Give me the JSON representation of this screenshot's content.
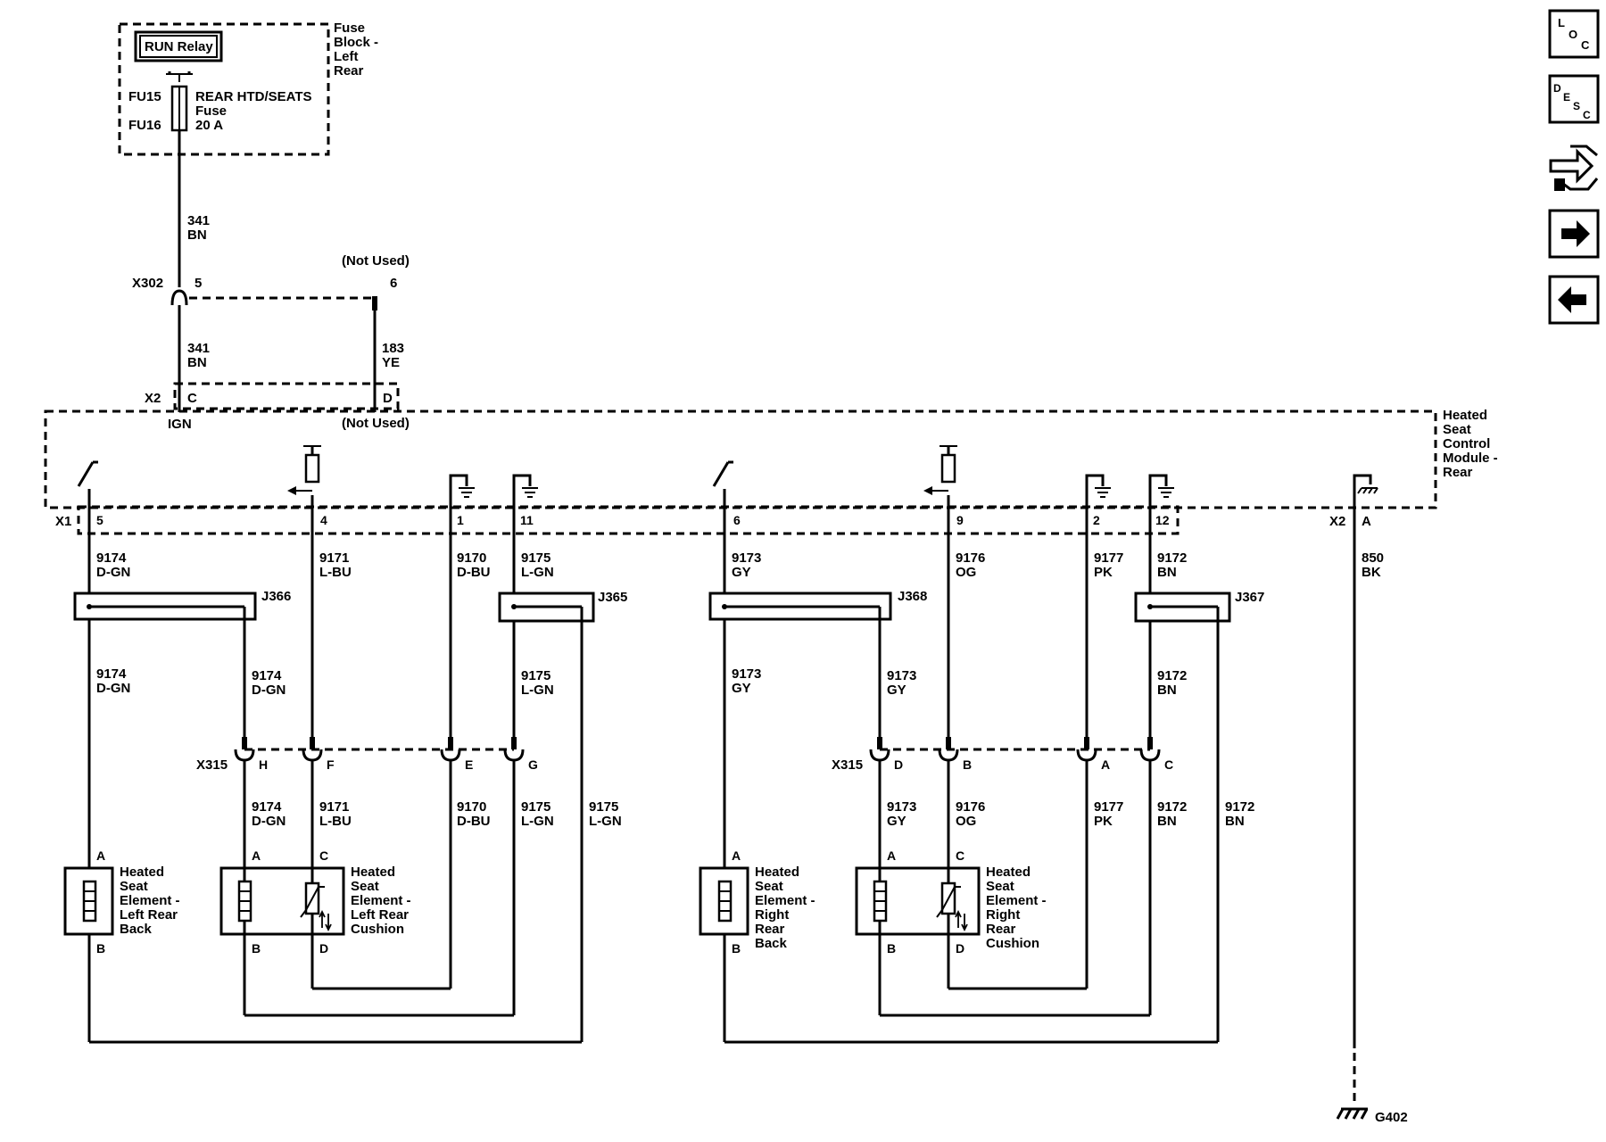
{
  "fuse_block": {
    "relay": "RUN Relay",
    "title": [
      "Fuse",
      "Block -",
      "Left",
      "Rear"
    ],
    "fu15": "FU15",
    "fu16": "FU16",
    "fuse_name": "REAR HTD/SEATS",
    "fuse_word": "Fuse",
    "rating": "20 A"
  },
  "x302": {
    "label": "X302",
    "pin5": "5",
    "pin6": "6",
    "not_used": "(Not Used)"
  },
  "wires": {
    "w341": [
      "341",
      "BN"
    ],
    "w183": [
      "183",
      "YE"
    ],
    "w9174": [
      "9174",
      "D-GN"
    ],
    "w9171": [
      "9171",
      "L-BU"
    ],
    "w9170": [
      "9170",
      "D-BU"
    ],
    "w9175": [
      "9175",
      "L-GN"
    ],
    "w9173": [
      "9173",
      "GY"
    ],
    "w9176": [
      "9176",
      "OG"
    ],
    "w9177": [
      "9177",
      "PK"
    ],
    "w9172": [
      "9172",
      "BN"
    ],
    "w850": [
      "850",
      "BK"
    ]
  },
  "module": {
    "title": [
      "Heated",
      "Seat",
      "Control",
      "Module -",
      "Rear"
    ],
    "x2": "X2",
    "pinC": "C",
    "pinD": "D",
    "ign": "IGN",
    "not_used": "(Not Used)",
    "x1": "X1",
    "x1_pins": [
      "5",
      "4",
      "1",
      "11",
      "6",
      "9",
      "2",
      "12"
    ],
    "x2b": "X2",
    "x2b_pin": "A"
  },
  "splices": [
    "J366",
    "J365",
    "J368",
    "J367"
  ],
  "x315": {
    "label": "X315",
    "left_pins": [
      "H",
      "F",
      "E",
      "G"
    ],
    "right_pins": [
      "D",
      "B",
      "A",
      "C"
    ]
  },
  "elements": {
    "lr_back": [
      "Heated",
      "Seat",
      "Element -",
      "Left Rear",
      "Back"
    ],
    "lr_cushion": [
      "Heated",
      "Seat",
      "Element -",
      "Left Rear",
      "Cushion"
    ],
    "rr_back": [
      "Heated",
      "Seat",
      "Element -",
      "Right",
      "Rear",
      "Back"
    ],
    "rr_cushion": [
      "Heated",
      "Seat",
      "Element -",
      "Right",
      "Rear",
      "Cushion"
    ],
    "pinA": "A",
    "pinB": "B",
    "pinC": "C",
    "pinD": "D"
  },
  "ground": "G402",
  "nav": {
    "loc": "LOC",
    "desc": "DESC",
    "icons": [
      "loc-icon",
      "desc-icon",
      "connector-icon",
      "next-arrow-icon",
      "previous-arrow-icon"
    ]
  }
}
